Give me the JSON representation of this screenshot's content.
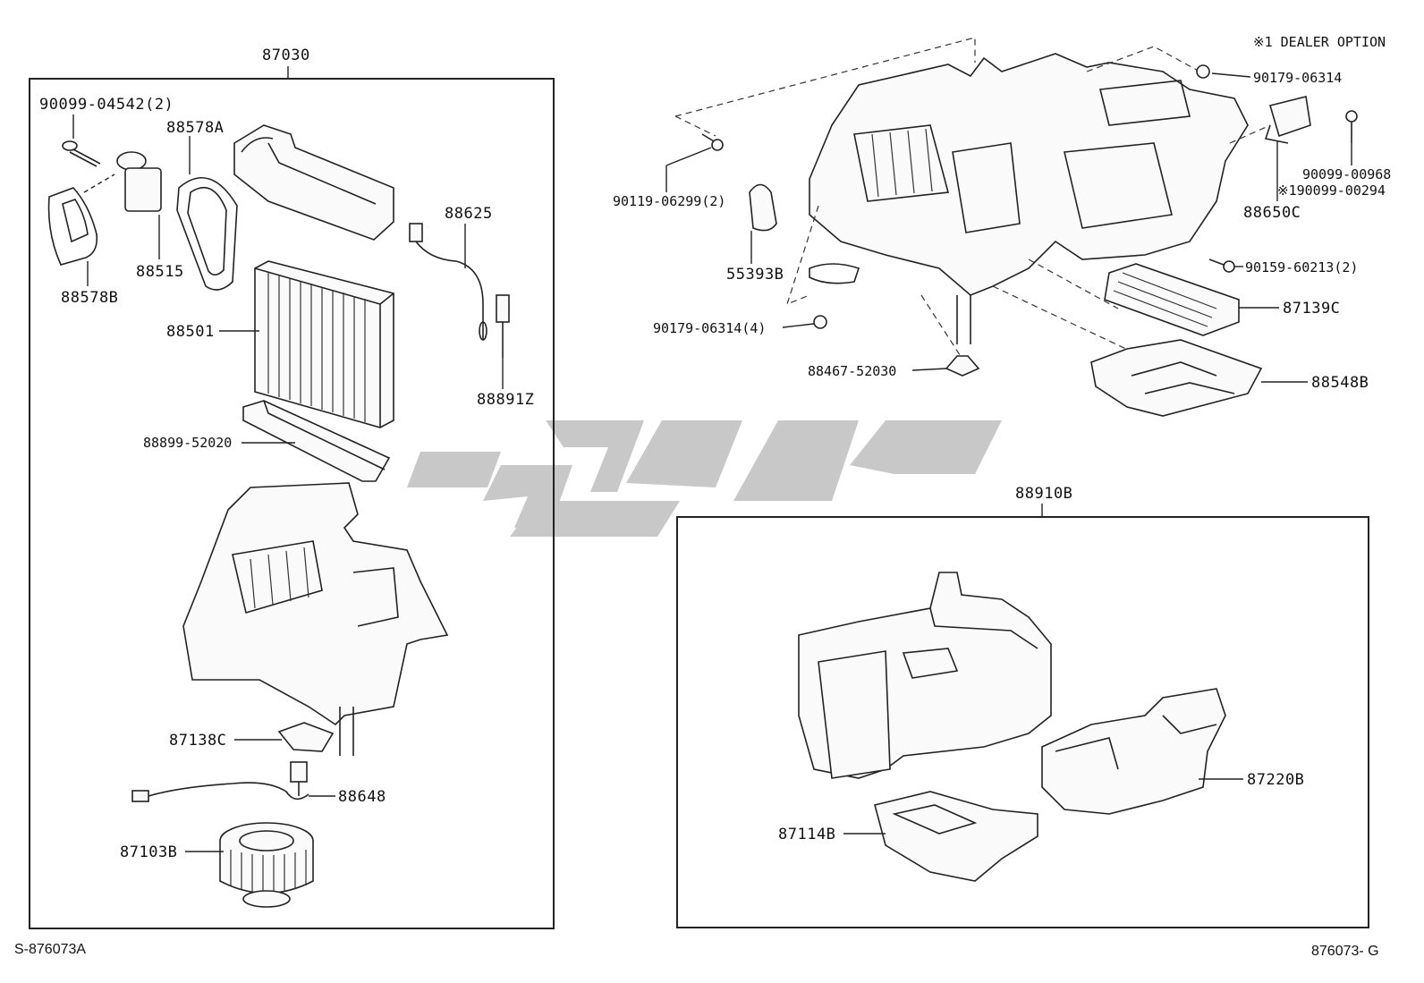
{
  "assemblies": {
    "left_title": "87030",
    "right_title": "88910B"
  },
  "labels": {
    "p90099_04542": "90099-04542(2)",
    "p88578A": "88578A",
    "p88515": "88515",
    "p88578B": "88578B",
    "p88625": "88625",
    "p88501": "88501",
    "p88891Z": "88891Z",
    "p88899_52020": "88899-52020",
    "p87138C": "87138C",
    "p88648": "88648",
    "p87103B": "87103B",
    "dealer_option": "※1 DEALER OPTION",
    "p90179_06314": "90179-06314",
    "p90099_00968": "90099-00968",
    "p90099_00294": "※190099-00294",
    "p88650C": "88650C",
    "p90119_06299": "90119-06299(2)",
    "p55393B": "55393B",
    "p90159_60213": "90159-60213(2)",
    "p90179_06314_4": "90179-06314(4)",
    "p87139C": "87139C",
    "p88467_52030": "88467-52030",
    "p88548B": "88548B",
    "p87220B": "87220B",
    "p87114B": "87114B"
  },
  "footer": {
    "left_code": "S-876073A",
    "right_code": "876073- G"
  },
  "watermark": {
    "color": "#c8c8c8"
  }
}
